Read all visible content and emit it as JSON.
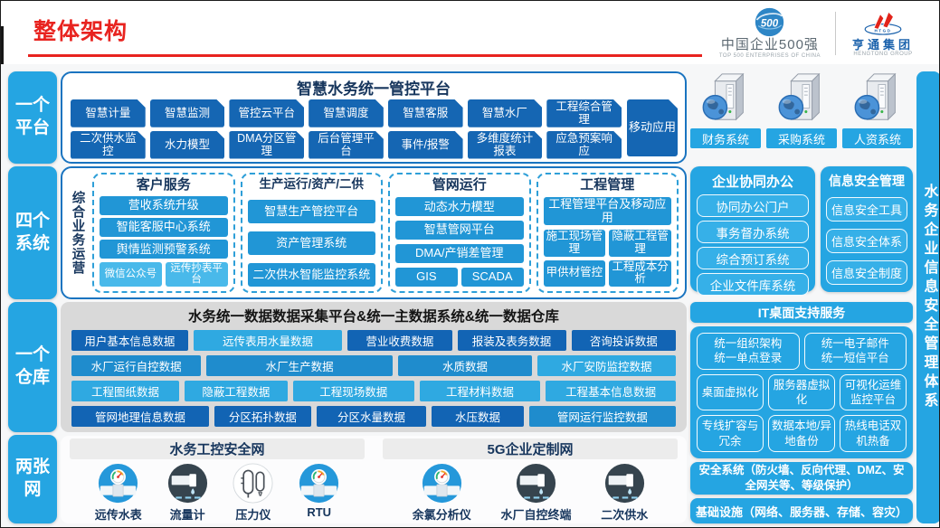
{
  "colors": {
    "accent_red": "#E8231F",
    "bright_blue": "#25A5E2",
    "dark_blue_item": "#1566B3",
    "medium_blue_item": "#2196D6",
    "light_blue_item": "#49B9EA",
    "chip_dark": "#1264B4",
    "chip_mid": "#1F8CCD",
    "chip_light": "#2FA9E1",
    "navy_text": "#17365D",
    "warehouse_gray": "#D9D9D9",
    "hengtong_blue": "#1B62AC",
    "hengtong_red": "#E2231A"
  },
  "header": {
    "title": "整体架构",
    "logo_china500": {
      "badge": "500",
      "name": "中国企业500强",
      "caption": "TOP 500 ENTERPRISES OF CHINA"
    },
    "logo_hengtong": {
      "abbr": "HTGD",
      "name": "亨通集团",
      "caption": "HENGTONG GROUP"
    }
  },
  "left_rail": {
    "platform": "一个\n平台",
    "systems": "四个\n系统",
    "warehouse": "一个\n仓库",
    "network": "两张\n网"
  },
  "platform": {
    "title": "智慧水务统一管控平台",
    "row1": [
      "智慧计量",
      "智慧监测",
      "管控云平台",
      "智慧调度",
      "智慧客服",
      "智慧水厂",
      "工程综合管理"
    ],
    "row2": [
      "二次供水监控",
      "水力模型",
      "DMA分区管理",
      "后台管理平台",
      "事件/报警",
      "多维度统计报表",
      "应急预案响应"
    ],
    "side_item": "移动应用"
  },
  "systems": {
    "rail_label": "综合业务运营",
    "groups": [
      {
        "title": "客户服务",
        "items": [
          "营收系统升级",
          "智能客服中心系统",
          "舆情监测预警系统"
        ],
        "small_items": [
          "微信公众号",
          "远传抄表平台"
        ]
      },
      {
        "title": "生产运行/资产/二供",
        "items": [
          "智慧生产管控平台",
          "资产管理系统",
          "二次供水智能监控系统"
        ]
      },
      {
        "title": "管网运行",
        "items": [
          "动态水力模型",
          "智慧管网平台",
          "DMA/产销差管理"
        ],
        "small_items": [
          "GIS",
          "SCADA"
        ]
      },
      {
        "title": "工程管理",
        "items": [
          "工程管理平台及移动应用"
        ],
        "small_items": [
          "施工现场管理",
          "隐蔽工程管理",
          "甲供材管控",
          "工程成本分析"
        ]
      }
    ]
  },
  "warehouse": {
    "title": "水务统一数据数据采集平台&统一主数据系统&统一数据仓库",
    "rows": [
      [
        "用户基本信息数据",
        "远传表用水量数据",
        "营业收费数据",
        "报装及表务数据",
        "咨询投诉数据"
      ],
      [
        "水厂运行自控数据",
        "水厂生产数据",
        "水质数据",
        "水厂安防监控数据"
      ],
      [
        "工程图纸数据",
        "隐蔽工程数据",
        "工程现场数据",
        "工程材料数据",
        "工程基本信息数据"
      ],
      [
        "管网地理信息数据",
        "分区拓扑数据",
        "分区水量数据",
        "水压数据",
        "管网运行监控数据"
      ]
    ]
  },
  "networks": {
    "left": {
      "title": "水务工控安全网",
      "devices": [
        {
          "label": "远传水表",
          "icon": "gauge-meter-icon"
        },
        {
          "label": "流量计",
          "icon": "pipe-flow-icon"
        },
        {
          "label": "压力仪",
          "icon": "pressure-vessel-icon"
        },
        {
          "label": "RTU",
          "icon": "gauge-meter-icon"
        }
      ]
    },
    "right": {
      "title": "5G企业定制网",
      "devices": [
        {
          "label": "余氯分析仪",
          "icon": "gauge-meter-icon"
        },
        {
          "label": "水厂自控终端",
          "icon": "pipe-flow-icon"
        },
        {
          "label": "二次供水",
          "icon": "pipe-flow-icon"
        }
      ]
    }
  },
  "right_column": {
    "servers": [
      {
        "label": "财务系统",
        "icon": "server-icon"
      },
      {
        "label": "采购系统",
        "icon": "server-icon"
      },
      {
        "label": "人资系统",
        "icon": "server-icon"
      }
    ],
    "collab": {
      "title": "企业协同办公",
      "items": [
        "协同办公门户",
        "事务督办系统",
        "综合预订系统",
        "企业文件库系统"
      ]
    },
    "infosec": {
      "title": "信息安全管理",
      "items": [
        "信息安全工具",
        "信息安全体系",
        "信息安全制度"
      ]
    },
    "it_support": {
      "header": "IT桌面支持服务",
      "row1": [
        "统一组织架构\n统一单点登录",
        "统一电子邮件\n统一短信平台"
      ],
      "row2": [
        "桌面虚拟化",
        "服务器虚拟化",
        "可视化运维监控平台"
      ],
      "row3": [
        "专线扩容与冗余",
        "数据本地/异地备份",
        "热线电话双机热备"
      ]
    },
    "security_bar": "安全系统（防火墙、反向代理、DMZ、安全网关等、等级保护）",
    "infra_bar": "基础设施（网络、服务器、存储、容灾）"
  },
  "right_rail": "水务企业信息安全管理体系"
}
